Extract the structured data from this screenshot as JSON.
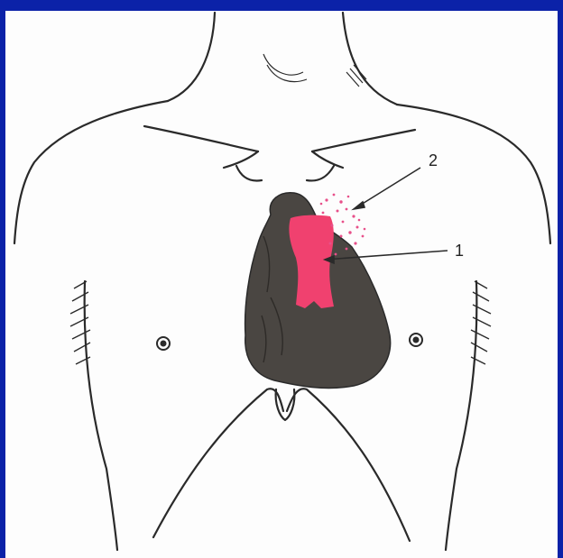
{
  "frame": {
    "accent_color": "#0b22a8",
    "background": "#fdfdfd"
  },
  "figure": {
    "subject": "chest-outline-with-heart-and-aortic-projection",
    "heart_color": "#4a4642",
    "highlight_color": "#f0416f",
    "speckle_color": "#e8508a",
    "line_color": "#2a2a2a"
  },
  "callouts": [
    {
      "id": "1",
      "label": "1"
    },
    {
      "id": "2",
      "label": "2"
    }
  ]
}
